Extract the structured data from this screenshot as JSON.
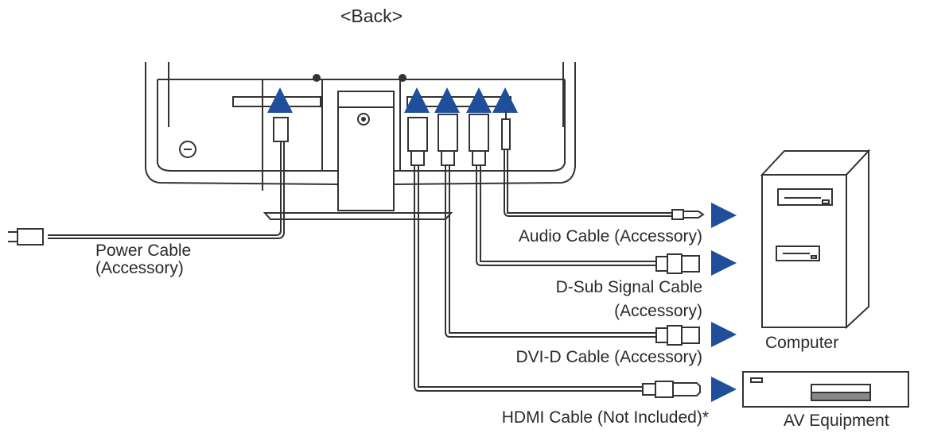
{
  "title": "<Back>",
  "labels": {
    "power_cable_line1": "Power Cable",
    "power_cable_line2": "(Accessory)",
    "audio_cable": "Audio Cable (Accessory)",
    "dsub_line1": "D-Sub Signal Cable",
    "dsub_line2": "(Accessory)",
    "dvid_cable": "DVI-D Cable (Accessory)",
    "hdmi_cable": "HDMI Cable (Not Included)*",
    "computer": "Computer",
    "av_equipment": "AV Equipment"
  },
  "colors": {
    "line": "#333333",
    "arrow": "#1f4f9a",
    "fill": "#ffffff",
    "shade": "#888888"
  }
}
